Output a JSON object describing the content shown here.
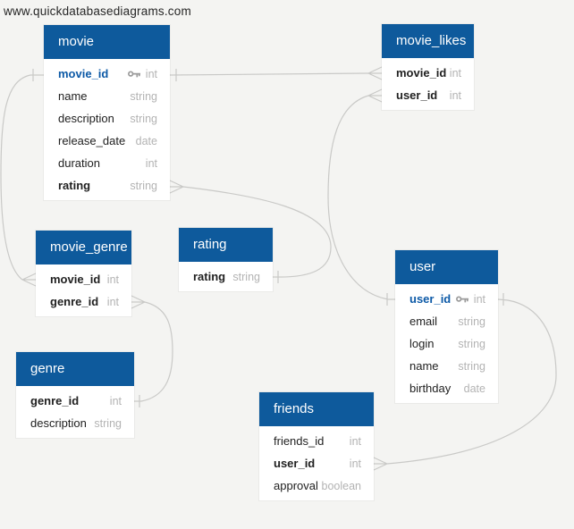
{
  "watermark": "www.quickdatabasediagrams.com",
  "colors": {
    "background": "#f4f4f2",
    "table_header_bg": "#0e5a9c",
    "table_header_text": "#ffffff",
    "primary_key_text": "#0d5aa7",
    "field_text": "#212121",
    "type_text": "#b3b3b3",
    "key_icon": "#9b9b9b",
    "connector_line": "#c9c9c7"
  },
  "tables": {
    "movie": {
      "title": "movie",
      "fields": [
        {
          "name": "movie_id",
          "type": "int",
          "pk": true,
          "key_icon": true
        },
        {
          "name": "name",
          "type": "string"
        },
        {
          "name": "description",
          "type": "string"
        },
        {
          "name": "release_date",
          "type": "date"
        },
        {
          "name": "duration",
          "type": "int"
        },
        {
          "name": "rating",
          "type": "string",
          "fk": true
        }
      ]
    },
    "movie_likes": {
      "title": "movie_likes",
      "fields": [
        {
          "name": "movie_id",
          "type": "int",
          "fk": true
        },
        {
          "name": "user_id",
          "type": "int",
          "fk": true
        }
      ]
    },
    "movie_genre": {
      "title": "movie_genre",
      "fields": [
        {
          "name": "movie_id",
          "type": "int",
          "fk": true
        },
        {
          "name": "genre_id",
          "type": "int",
          "fk": true
        }
      ]
    },
    "rating": {
      "title": "rating",
      "fields": [
        {
          "name": "rating",
          "type": "string",
          "pk": true
        }
      ]
    },
    "genre": {
      "title": "genre",
      "fields": [
        {
          "name": "genre_id",
          "type": "int",
          "pk": true
        },
        {
          "name": "description",
          "type": "string"
        }
      ]
    },
    "user": {
      "title": "user",
      "fields": [
        {
          "name": "user_id",
          "type": "int",
          "pk": true,
          "key_icon": true
        },
        {
          "name": "email",
          "type": "string"
        },
        {
          "name": "login",
          "type": "string"
        },
        {
          "name": "name",
          "type": "string"
        },
        {
          "name": "birthday",
          "type": "date"
        }
      ]
    },
    "friends": {
      "title": "friends",
      "fields": [
        {
          "name": "friends_id",
          "type": "int"
        },
        {
          "name": "user_id",
          "type": "int",
          "fk": true
        },
        {
          "name": "approval",
          "type": "boolean"
        }
      ]
    }
  },
  "connections": [
    {
      "from": "movie.movie_id",
      "from_end": "one",
      "to": "movie_genre.movie_id",
      "to_end": "many"
    },
    {
      "from": "movie.movie_id",
      "from_end": "one",
      "to": "movie_likes.movie_id",
      "to_end": "many"
    },
    {
      "from": "rating.rating",
      "from_end": "one",
      "to": "movie.rating",
      "to_end": "many"
    },
    {
      "from": "user.user_id",
      "from_end": "one",
      "to": "movie_likes.user_id",
      "to_end": "many"
    },
    {
      "from": "genre.genre_id",
      "from_end": "one",
      "to": "movie_genre.genre_id",
      "to_end": "many"
    },
    {
      "from": "user.user_id",
      "from_end": "one",
      "to": "friends.user_id",
      "to_end": "many"
    }
  ]
}
